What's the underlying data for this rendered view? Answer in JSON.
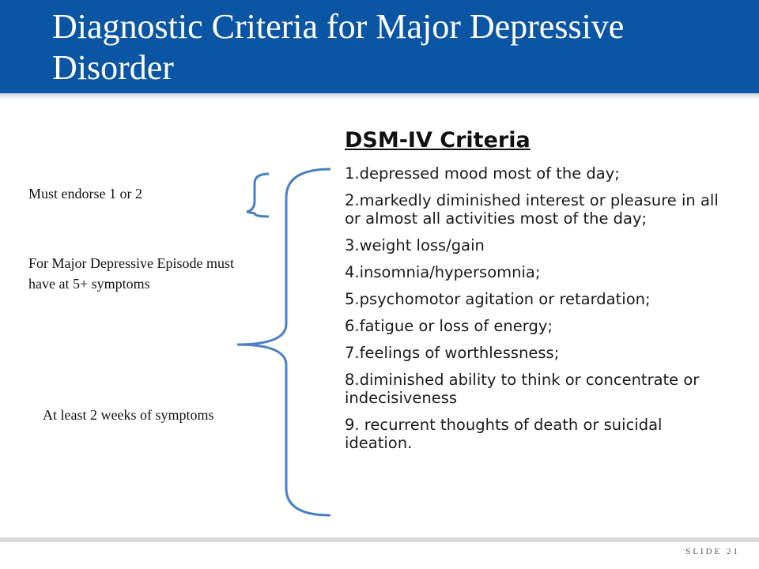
{
  "slide": {
    "title": "Diagnostic Criteria for Major Depressive Disorder",
    "criteria": {
      "heading": "DSM-IV Criteria",
      "items": [
        "1.depressed mood most of the day;",
        "2.markedly diminished interest or pleasure in all or almost all activities most of the day;",
        "3.weight loss/gain",
        "4.insomnia/hypersomnia;",
        "5.psychomotor agitation or retardation;",
        "6.fatigue or loss of energy;",
        "7.feelings of worthlessness;",
        "8.diminished ability to think or concentrate or indecisiveness",
        "9. recurrent thoughts of death or suicidal ideation."
      ]
    },
    "notes": {
      "endorse": "Must endorse 1 or 2",
      "episode": "For Major Depressive Episode must have at 5+ symptoms",
      "duration": "At least 2 weeks of symptoms"
    },
    "footer": "SLIDE 21"
  },
  "colors": {
    "header": "#0b56a4",
    "brace": "#4a7fc4"
  }
}
